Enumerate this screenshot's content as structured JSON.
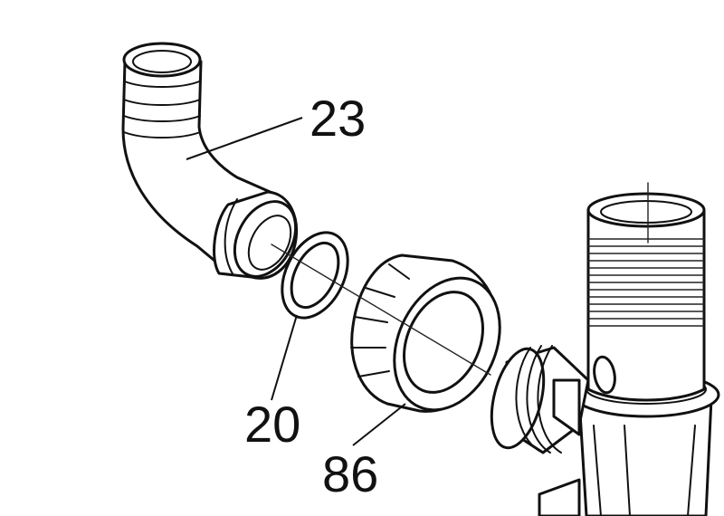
{
  "diagram": {
    "callouts": [
      {
        "id": "elbow",
        "label": "23"
      },
      {
        "id": "gasket",
        "label": "20"
      },
      {
        "id": "nut",
        "label": "86"
      }
    ]
  }
}
